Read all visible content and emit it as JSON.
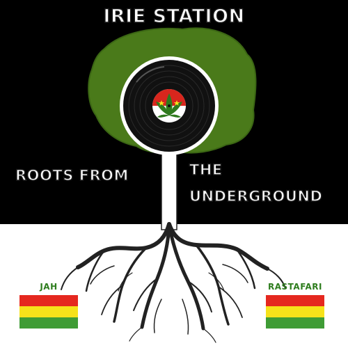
{
  "title": "IRIE STATION",
  "tagline": {
    "left": "ROOTS FROM",
    "right_line1": "THE",
    "right_line2": "UNDERGROUND"
  },
  "flags": [
    {
      "label": "JAH",
      "colors": [
        "#e5281f",
        "#f6e21a",
        "#3f9c35"
      ]
    },
    {
      "label": "RASTAFARI",
      "colors": [
        "#e5281f",
        "#f6e21a",
        "#3f9c35"
      ]
    }
  ],
  "colors": {
    "black_band": "#000000",
    "canopy": "#4a7a1a",
    "vinyl": "#111111",
    "root": "#222222",
    "label_text": "#2e7d1e"
  },
  "icons": {
    "record": "vinyl-record-icon",
    "record_label": "cannabis-leaf-icon"
  }
}
